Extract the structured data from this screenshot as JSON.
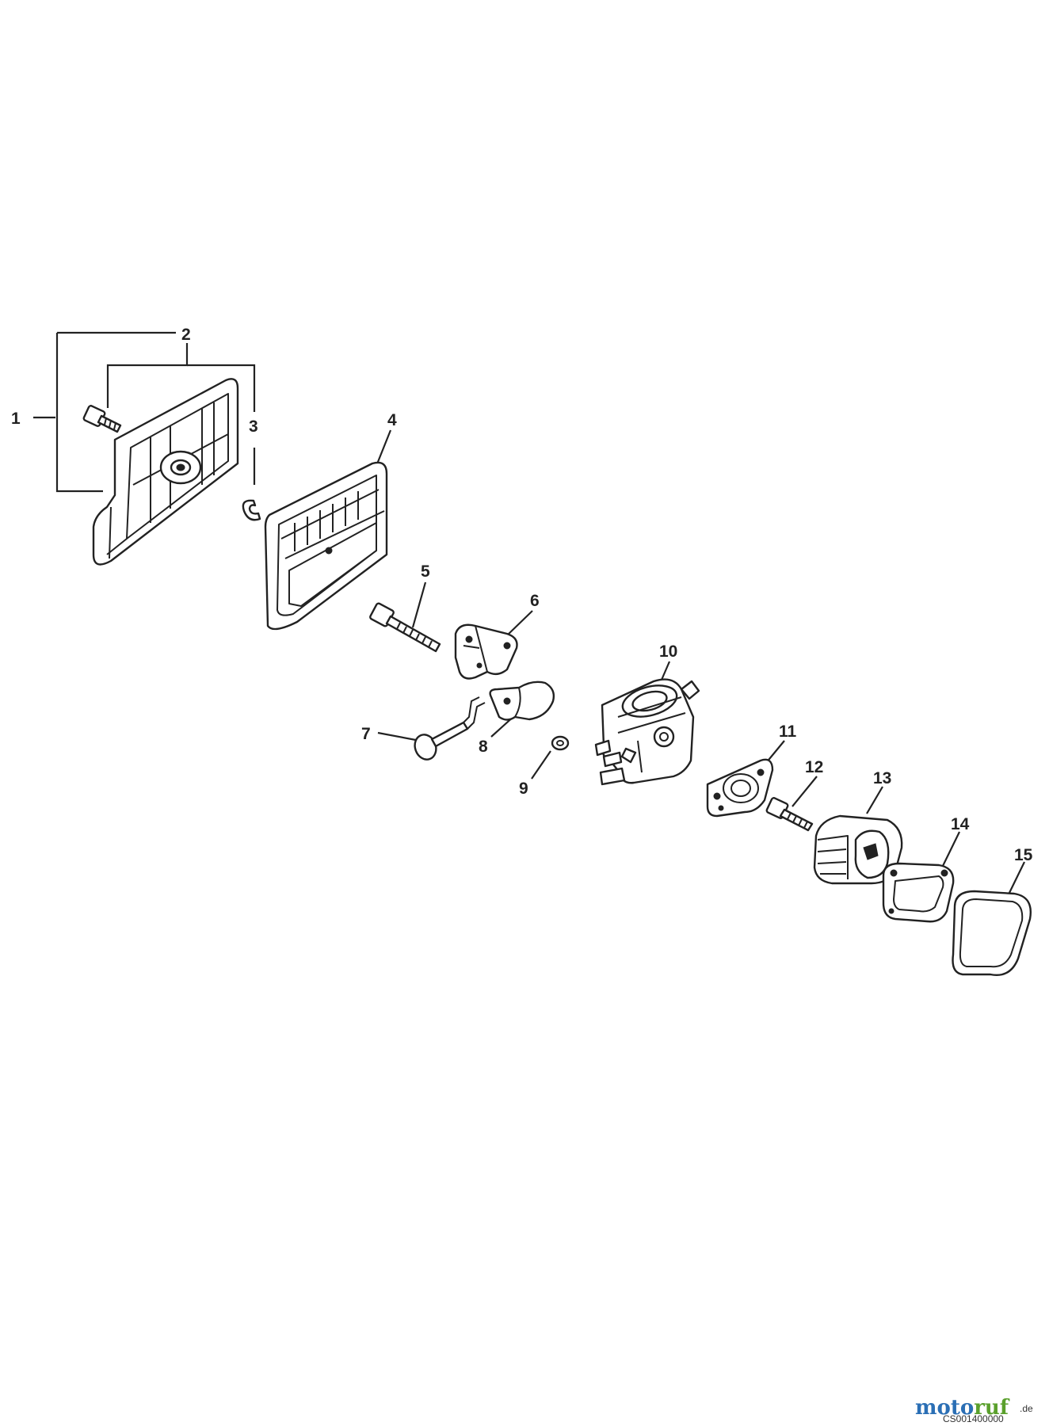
{
  "diagram": {
    "callouts": {
      "c1": "1",
      "c2": "2",
      "c3": "3",
      "c4": "4",
      "c5": "5",
      "c6": "6",
      "c7": "7",
      "c8": "8",
      "c9": "9",
      "c10": "10",
      "c11": "11",
      "c12": "12",
      "c13": "13",
      "c14": "14",
      "c15": "15"
    },
    "footer": {
      "code": "CS001400000",
      "watermark_brand": "motoruf",
      "watermark_suffix": ".de"
    }
  },
  "colors": {
    "ink": "#222222",
    "watermark_blue": "#2b6fb5",
    "watermark_green": "#5aa02c"
  }
}
